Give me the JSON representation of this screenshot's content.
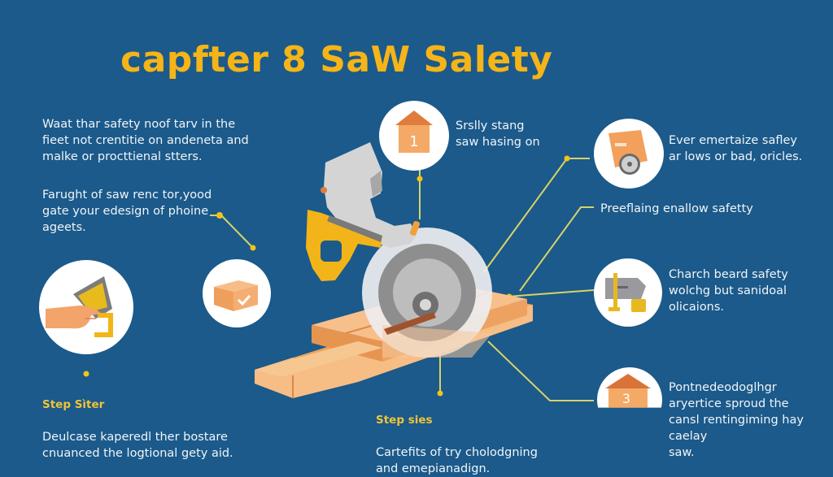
{
  "title": "capfter 8 SaW Salety",
  "colors": {
    "background": "#1b5a8a",
    "title": "#f5b417",
    "callout_line": "#d8d26a",
    "callout_dot": "#f2c318",
    "wood": "#f1a866",
    "saw_body": "#d3d3d3",
    "saw_handle": "#f2b418"
  },
  "callouts": {
    "top_left": {
      "text": "Waat thar safety noof tarv in the\nfieet not crentitie on andeneta and\nmalke or procttienal stters."
    },
    "mid_left": {
      "text": "Farught of saw renc tor,yood\ngate your edesign of phoine\nageets."
    },
    "bottom_left": {
      "step": "Step Sìter",
      "text": "Deulcase kaperedl ther bostare\ncnuanced the logtional gety aid."
    },
    "top_center": {
      "icon_number": "1",
      "text": "Srslly stang\nsaw hasing on"
    },
    "bottom_center": {
      "step": "Step sies",
      "text": "Cartefits of try cholodgning\nand emepianadign."
    },
    "top_right": {
      "text": "Ever emertaize safley\nar lows or bad, oricles."
    },
    "mid_right_label": {
      "text": "Preeflaing enallow safetty"
    },
    "right_middle": {
      "text": "Charch beard safety\nwolchg but sanidoal\nolicaions."
    },
    "bottom_right": {
      "icon_number": "3",
      "text": "Pontnedeodoglhgr\naryertice sproud the\ncansl rentingiming hay caelay\nsaw."
    }
  },
  "icons": [
    "house-number-1-icon",
    "box-with-blade-icon",
    "hand-holding-tool-icon",
    "box-check-icon",
    "saw-clamp-icon",
    "house-number-3-icon",
    "circular-saw-illustration",
    "wood-planks-illustration"
  ]
}
